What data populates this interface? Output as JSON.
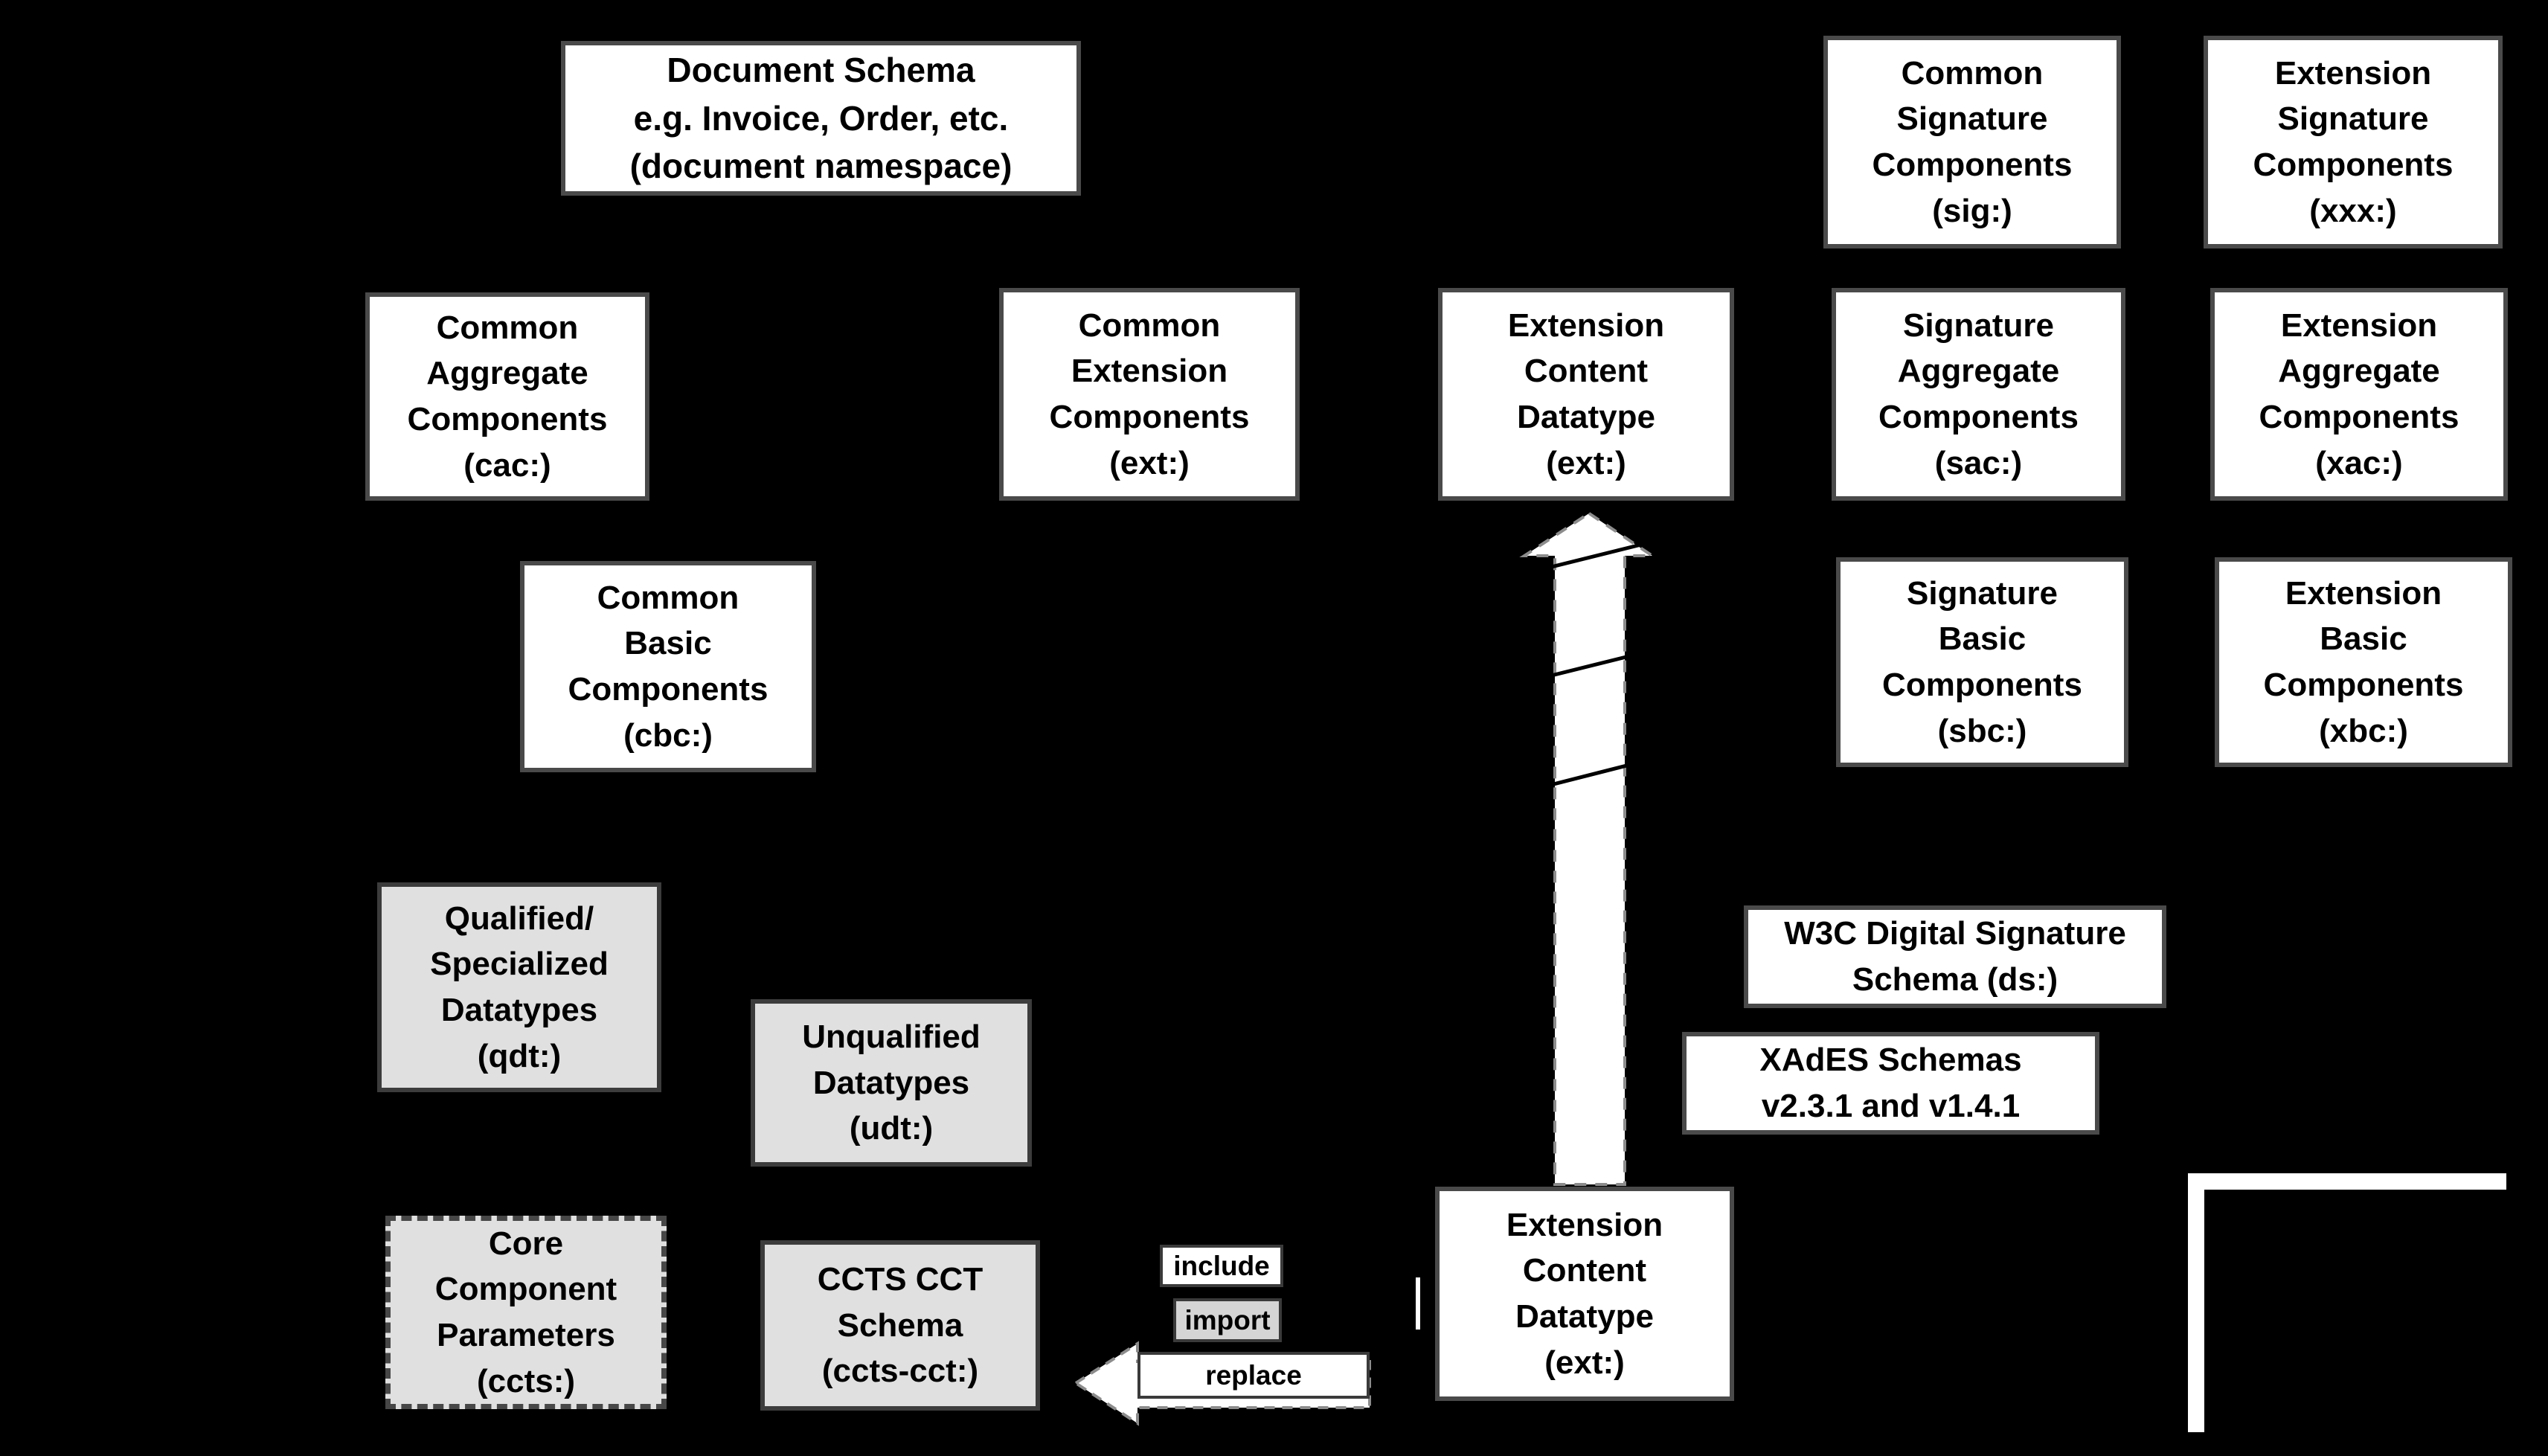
{
  "boxes": {
    "document_schema": {
      "text": "Document Schema\ne.g. Invoice, Order, etc.\n(document namespace)"
    },
    "common_signature_components": {
      "text": "Common\nSignature\nComponents\n(sig:)"
    },
    "extension_signature_components": {
      "text": "Extension\nSignature\nComponents\n(xxx:)"
    },
    "common_aggregate_components": {
      "text": "Common\nAggregate\nComponents\n(cac:)"
    },
    "common_extension_components": {
      "text": "Common\nExtension\nComponents\n(ext:)"
    },
    "extension_content_datatype_top": {
      "text": "Extension\nContent\nDatatype\n(ext:)"
    },
    "signature_aggregate_components": {
      "text": "Signature\nAggregate\nComponents\n(sac:)"
    },
    "extension_aggregate_components": {
      "text": "Extension\nAggregate\nComponents\n(xac:)"
    },
    "common_basic_components": {
      "text": "Common\nBasic\nComponents\n(cbc:)"
    },
    "signature_basic_components": {
      "text": "Signature\nBasic\nComponents\n(sbc:)"
    },
    "extension_basic_components": {
      "text": "Extension\nBasic\nComponents\n(xbc:)"
    },
    "qualified_specialized_datatypes": {
      "text": "Qualified/\nSpecialized\nDatatypes\n(qdt:)"
    },
    "unqualified_datatypes": {
      "text": "Unqualified\nDatatypes\n(udt:)"
    },
    "w3c_digital_signature_schema": {
      "text": "W3C Digital Signature\nSchema (ds:)"
    },
    "xades_schemas": {
      "text": "XAdES Schemas\nv2.3.1 and v1.4.1"
    },
    "core_component_parameters": {
      "text": "Core\nComponent\nParameters\n(ccts:)"
    },
    "ccts_cct_schema": {
      "text": "CCTS CCT\nSchema\n(ccts-cct:)"
    },
    "extension_content_datatype_bottom": {
      "text": "Extension\nContent\nDatatype\n(ext:)"
    }
  },
  "legend": {
    "include": "include",
    "import": "import",
    "replace": "replace"
  },
  "icons": {
    "up_arrow": "dashed-replace-arrow-up",
    "left_arrow": "dashed-replace-arrow-left",
    "corner_lines": "box-corner-lines"
  },
  "colors": {
    "background": "#000000",
    "box_fill_white": "#ffffff",
    "box_fill_gray": "#e0e0e0",
    "box_border": "#4a4a4a",
    "text": "#000000"
  }
}
